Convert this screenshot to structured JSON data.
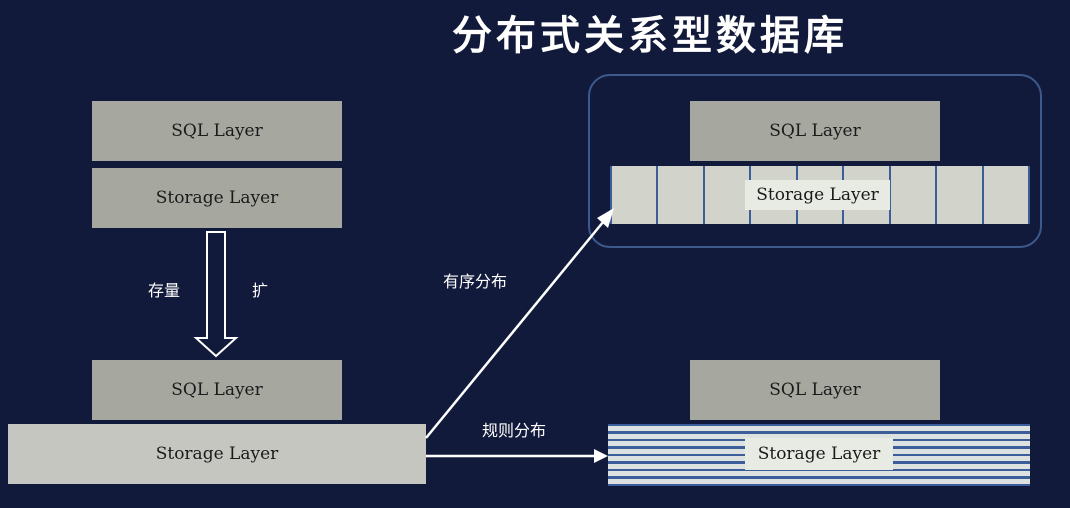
{
  "title": "分布式关系型数据库",
  "left": {
    "sql_top": "SQL Layer",
    "storage_top": "Storage Layer",
    "expand_left": "存量",
    "expand_right": "扩",
    "sql_bottom": "SQL Layer",
    "storage_bottom": "Storage Layer"
  },
  "arrows": {
    "ordered_label": "有序分布",
    "rule_label": "规则分布"
  },
  "right_top": {
    "sql": "SQL Layer",
    "storage": "Storage Layer"
  },
  "right_bottom": {
    "sql": "SQL Layer",
    "storage": "Storage Layer"
  },
  "colors": {
    "background": "#121a3b",
    "layer_gray": "#a6a8a0",
    "arrow": "#ffffff",
    "segment_border": "#3b5d9a"
  }
}
